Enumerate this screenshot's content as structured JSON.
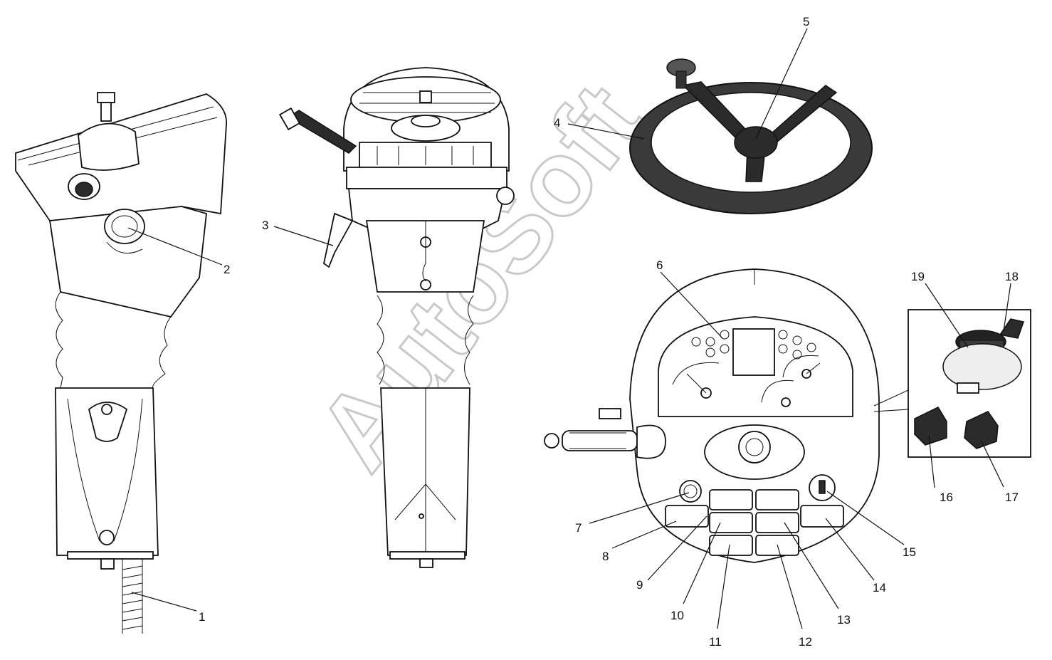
{
  "watermark": "AutoSoft",
  "callouts": [
    "1",
    "2",
    "3",
    "4",
    "5",
    "6",
    "7",
    "8",
    "9",
    "10",
    "11",
    "12",
    "13",
    "14",
    "15",
    "16",
    "17",
    "18",
    "19"
  ]
}
